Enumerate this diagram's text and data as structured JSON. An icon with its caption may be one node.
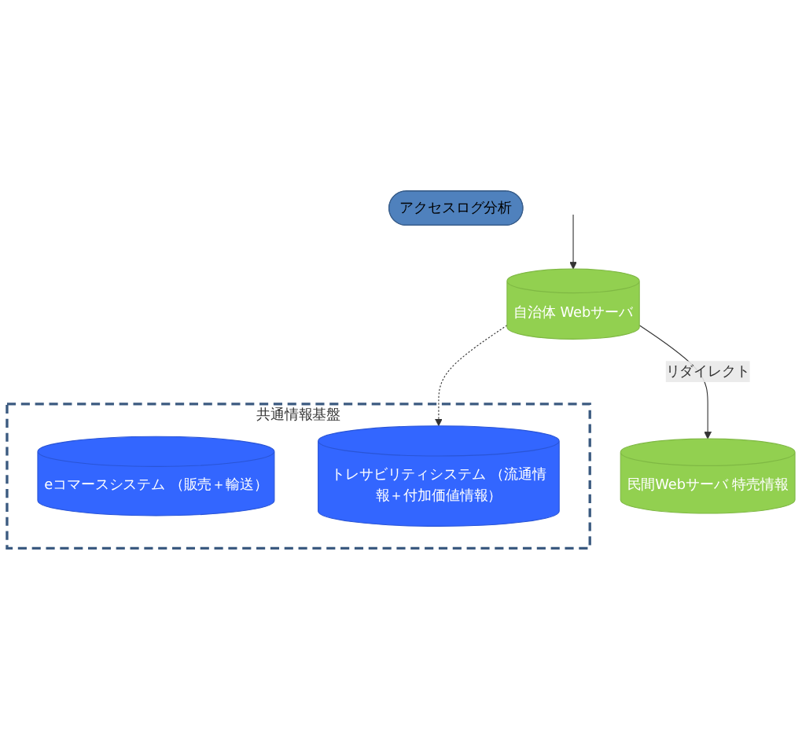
{
  "diagram": {
    "nodes": [
      {
        "text": [
          "共通情報基盤"
        ]
      },
      {
        "text": [
          "eコマースシステム （販売＋輸送）"
        ],
        "in": 0
      },
      {
        "text": [
          "トレサビリティシステム （流通情報＋付加価値情報）"
        ],
        "in": 0
      },
      {
        "text": [
          "アクセスログ分析"
        ]
      },
      {
        "text": [
          "自治体 Webサーバ"
        ]
      },
      {
        "text": [
          "民間Webサーバ 特売情報"
        ]
      }
    ],
    "edges": [
      {
        "from": 4,
        "to": 2,
        "arrow": "to",
        "style": "dashed"
      },
      {
        "from": null,
        "to": 4,
        "arrow": "to"
      },
      {
        "from": 4,
        "to": 5,
        "arrow": "to",
        "label": "リダイレクト"
      }
    ]
  }
}
